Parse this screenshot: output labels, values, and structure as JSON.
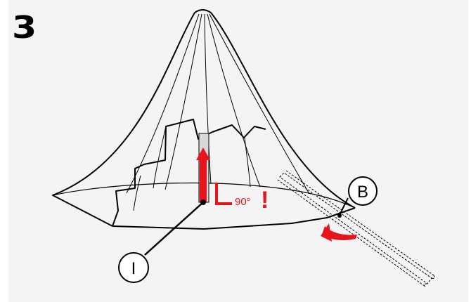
{
  "step": {
    "number": "3"
  },
  "callouts": {
    "pole_part": "I",
    "stake_part": "B"
  },
  "angle": {
    "value": "90°",
    "warning": "!"
  },
  "colors": {
    "ink": "#000000",
    "accent": "#e8141b",
    "panel": "#f4f4f4",
    "pole": "#d8d8d8"
  },
  "icons": [
    "up-arrow-icon",
    "right-angle-icon",
    "exclamation-icon",
    "curved-arrow-icon"
  ]
}
